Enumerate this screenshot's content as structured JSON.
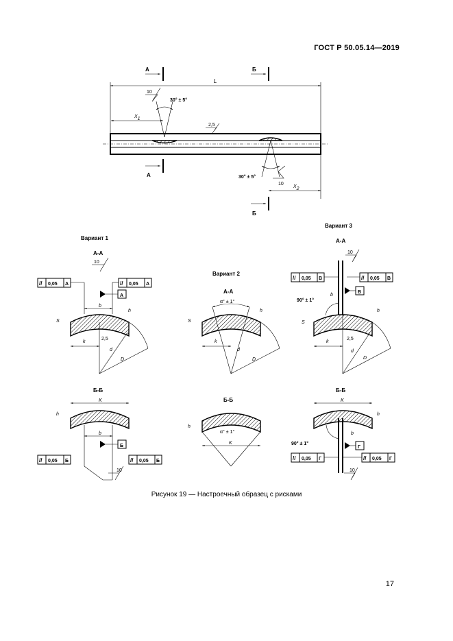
{
  "header": {
    "standard": "ГОСТ Р 50.05.14—2019"
  },
  "figure": {
    "caption": "Рисунок 19 — Настроечный образец с рисками",
    "top_view": {
      "section_a": "А",
      "section_b": "Б",
      "length": "L",
      "roughness_top": "10",
      "roughness_mid": "2,5",
      "roughness_bottom": "10",
      "angle_top": "30° ± 5°",
      "angle_bottom": "30° ± 5°",
      "x1": "X",
      "x1_sub": "1",
      "x2": "X",
      "x2_sub": "2"
    },
    "variant1": {
      "title": "Вариант 1",
      "aa_title": "А-А",
      "bb_title": "Б-Б",
      "roughness": "10",
      "tol_left": "0,05",
      "tol_left_ref": "А",
      "tol_right": "0,05",
      "tol_right_ref": "А",
      "datum_a": "А",
      "b": "b",
      "h": "h",
      "s": "S",
      "k": "k",
      "d": "d",
      "D": "D",
      "r25": "2,5",
      "K": "K",
      "bb_tol_left": "0,05",
      "bb_tol_left_ref": "Б",
      "bb_tol_right": "0,05",
      "bb_tol_right_ref": "Б",
      "datum_b": "Б",
      "bb_roughness": "10"
    },
    "variant2": {
      "title": "Вариант 2",
      "aa_title": "А-А",
      "bb_title": "Б-Б",
      "angle": "α° ± 1°",
      "h": "h",
      "s": "S",
      "k": "k",
      "d": "d",
      "D": "D",
      "K": "K"
    },
    "variant3": {
      "title": "Вариант 3",
      "aa_title": "А-А",
      "bb_title": "Б-Б",
      "roughness": "10",
      "tol_left": "0,05",
      "tol_left_ref": "В",
      "tol_right": "0,05",
      "tol_right_ref": "В",
      "datum_v": "В",
      "angle": "90° ± 1°",
      "b": "b",
      "h": "h",
      "s": "S",
      "k": "k",
      "d": "d",
      "D": "D",
      "r25": "2,5",
      "K": "K",
      "bb_angle": "90° ± 1°",
      "bb_tol_left": "0,05",
      "bb_tol_left_ref": "Г",
      "bb_tol_right": "0,05",
      "bb_tol_right_ref": "Г",
      "datum_g": "Г",
      "bb_roughness": "10"
    }
  },
  "page_number": "17"
}
